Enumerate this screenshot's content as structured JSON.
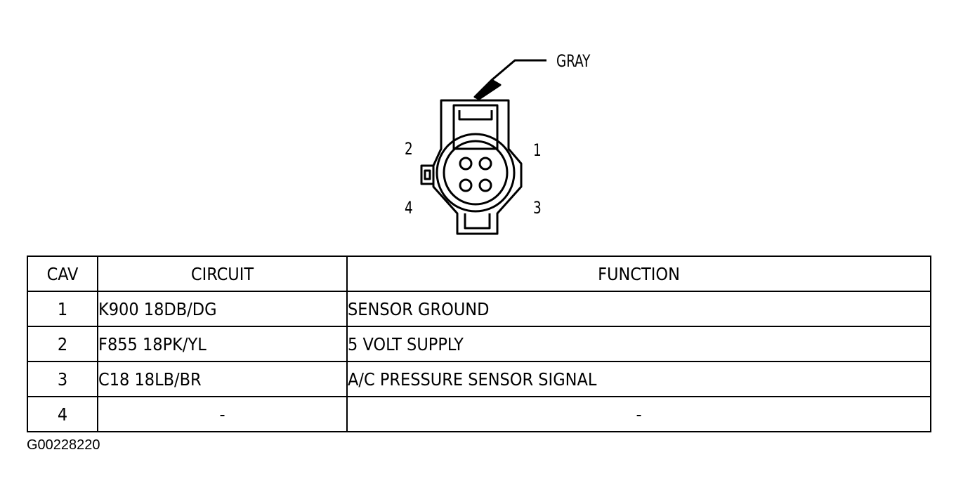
{
  "connector": {
    "color_label": "GRAY",
    "pins": [
      {
        "label": "1"
      },
      {
        "label": "2"
      },
      {
        "label": "3"
      },
      {
        "label": "4"
      }
    ]
  },
  "table": {
    "headers": [
      "CAV",
      "CIRCUIT",
      "FUNCTION"
    ],
    "rows": [
      {
        "cav": "1",
        "circuit": "K900 18DB/DG",
        "function": "SENSOR GROUND"
      },
      {
        "cav": "2",
        "circuit": "F855 18PK/YL",
        "function": "5 VOLT SUPPLY"
      },
      {
        "cav": "3",
        "circuit": "C18 18LB/BR",
        "function": "A/C PRESSURE SENSOR SIGNAL"
      },
      {
        "cav": "4",
        "circuit": "-",
        "function": "-"
      }
    ]
  },
  "figure_id": "G00228220"
}
